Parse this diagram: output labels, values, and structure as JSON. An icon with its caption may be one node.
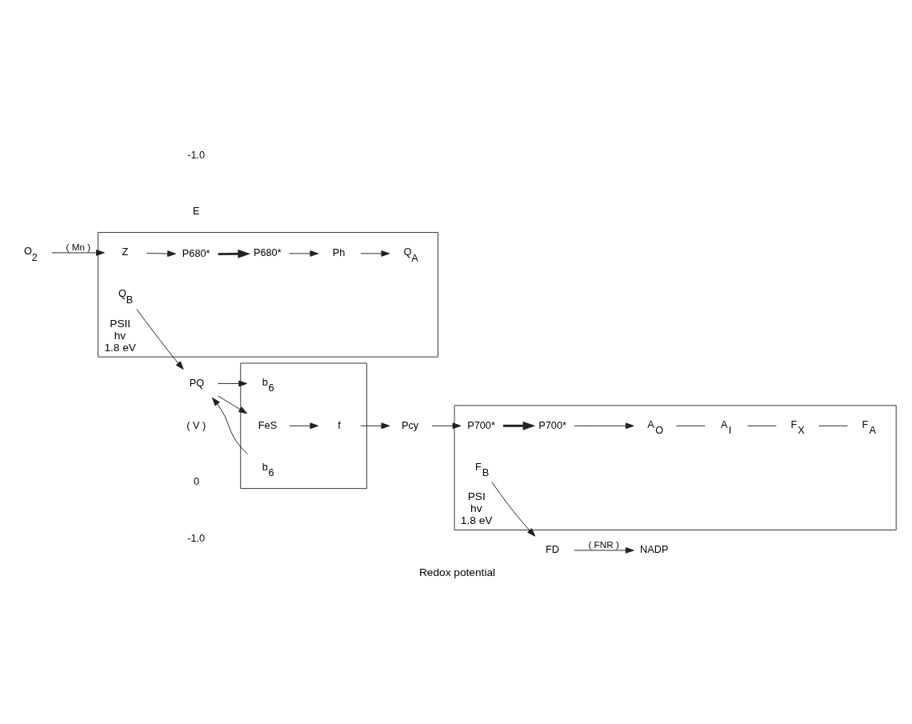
{
  "diagram": {
    "caption": "Redox potential",
    "nodes": [
      {
        "text": [
          "PSII",
          "hv",
          "1.8 eV"
        ]
      },
      {
        "text": [
          "P680*"
        ],
        "in": 0
      },
      {
        "text": [
          "Ph"
        ],
        "in": 0
      },
      {
        "text": [
          "Q$_{A}$"
        ],
        "in": 0
      },
      {
        "text": [
          "Q$_{B}$"
        ],
        "in": 0
      },
      {
        "text": [
          "Z"
        ],
        "in": 0
      },
      {
        "text": [
          "P680*"
        ],
        "in": 0
      },
      {
        "text": [
          "O$_{2}$"
        ]
      },
      {
        "text": [
          "PQ"
        ]
      },
      {
        "text": [],
        "shape": "box"
      },
      {
        "text": [
          "b$_{6}$"
        ],
        "in": 9
      },
      {
        "text": [
          "b$_{6}$"
        ],
        "in": 9
      },
      {
        "text": [
          "FeS"
        ],
        "in": 9
      },
      {
        "text": [
          "f"
        ],
        "in": 9
      },
      {
        "text": [
          "Pcy"
        ]
      },
      {
        "text": [
          "PSI",
          "hv",
          "1.8 eV"
        ]
      },
      {
        "text": [
          "P700*"
        ],
        "in": 15
      },
      {
        "text": [
          "A$_{O}$"
        ],
        "in": 15
      },
      {
        "text": [
          "A$_{I}$"
        ],
        "in": 15
      },
      {
        "text": [
          "F$_{X}$"
        ],
        "in": 15
      },
      {
        "text": [
          "F$_{A}$"
        ],
        "in": 15
      },
      {
        "text": [
          "F$_{B}$"
        ],
        "in": 15
      },
      {
        "text": [
          "P700*"
        ],
        "in": 15
      },
      {
        "text": [
          "FD"
        ]
      },
      {
        "text": [
          "NADP"
        ]
      }
    ],
    "edges": [
      {
        "from": 7,
        "to": 5,
        "arrow": "to",
        "label": "( Mn )"
      },
      {
        "from": 5,
        "to": 6,
        "arrow": "to"
      },
      {
        "from": 6,
        "to": 1,
        "arrow": "to",
        "style": "thick"
      },
      {
        "from": 1,
        "to": 2,
        "arrow": "to"
      },
      {
        "from": 2,
        "to": 3,
        "arrow": "to"
      },
      {
        "from": 4,
        "to": 8,
        "arrow": "to"
      },
      {
        "from": 8,
        "to": 10,
        "arrow": "to"
      },
      {
        "from": 11,
        "to": 8,
        "arrow": "to"
      },
      {
        "from": 8,
        "to": 12,
        "arrow": "to"
      },
      {
        "from": 12,
        "to": 13,
        "arrow": "to"
      },
      {
        "from": 13,
        "to": 14,
        "arrow": "to"
      },
      {
        "from": 14,
        "to": 22,
        "arrow": "to"
      },
      {
        "from": 22,
        "to": 16,
        "arrow": "to",
        "style": "thick"
      },
      {
        "from": 16,
        "to": 17,
        "arrow": "to"
      },
      {
        "from": 17,
        "to": 18,
        "arrow": "none"
      },
      {
        "from": 18,
        "to": 19,
        "arrow": "none"
      },
      {
        "from": 19,
        "to": 20,
        "arrow": "none"
      },
      {
        "from": 21,
        "to": 23,
        "arrow": "to"
      },
      {
        "from": 23,
        "to": 24,
        "arrow": "to",
        "label": "( FNR )"
      }
    ],
    "labels": [
      "-1.0",
      "E",
      "( V )",
      "0",
      "-1.0"
    ]
  }
}
